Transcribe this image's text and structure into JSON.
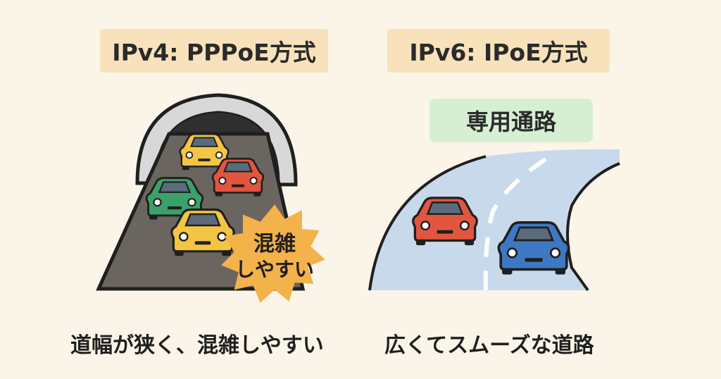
{
  "left": {
    "title": "IPv4: PPPoE方式",
    "badge_line1": "混雑",
    "badge_line2": "しやすい",
    "caption": "道幅が狭く、混雑しやすい"
  },
  "right": {
    "title": "IPv6: IPoE方式",
    "lane_label": "専用通路",
    "caption": "広くてスムーズな道路"
  },
  "colors": {
    "background": "#fbf5e9",
    "title_box": "#f8e2bb",
    "lane_box": "#d6efd3",
    "tunnel_road": "#6b6560",
    "highway_road": "#c9d9ec",
    "burst": "#f3b24a",
    "car_yellow": "#f4c542",
    "car_red": "#e2553f",
    "car_green": "#3aa169",
    "car_blue": "#3e78c2"
  }
}
